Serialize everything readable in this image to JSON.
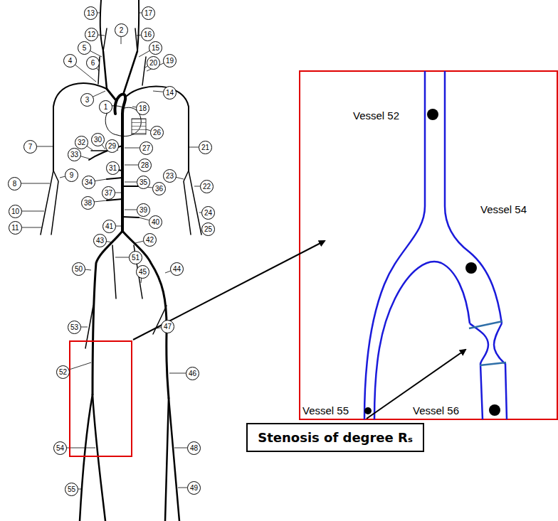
{
  "diagram": {
    "nodes": [
      {
        "text": [
          "Stenosis of degree Rₛ"
        ]
      }
    ],
    "labels": [
      "1",
      "2",
      "3",
      "4",
      "5",
      "6",
      "7",
      "8",
      "9",
      "10",
      "11",
      "12",
      "13",
      "14",
      "15",
      "16",
      "17",
      "18",
      "19",
      "20",
      "21",
      "22",
      "23",
      "24",
      "25",
      "26",
      "27",
      "28",
      "29",
      "30",
      "31",
      "32",
      "33",
      "34",
      "35",
      "36",
      "37",
      "38",
      "39",
      "40",
      "41",
      "42",
      "43",
      "44",
      "45",
      "46",
      "47",
      "48",
      "49",
      "50",
      "51",
      "52",
      "53",
      "54",
      "55",
      "Vessel 52",
      "Vessel 54",
      "Vessel 55",
      "Vessel 56"
    ]
  }
}
